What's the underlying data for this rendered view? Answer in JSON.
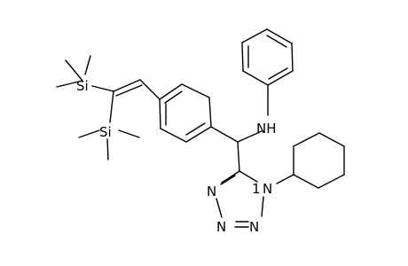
{
  "colors": {
    "bond": "#000000",
    "label": "#000000",
    "background": "#ffffff"
  },
  "labels": {
    "si_top": "Si",
    "si_bottom": "Si",
    "nh": "NH",
    "tetrazole_n1": "N",
    "tetrazole_n2": "N",
    "tetrazole_n3": "N",
    "tetrazole_n4_locant": "1",
    "tetrazole_n4": "N"
  }
}
